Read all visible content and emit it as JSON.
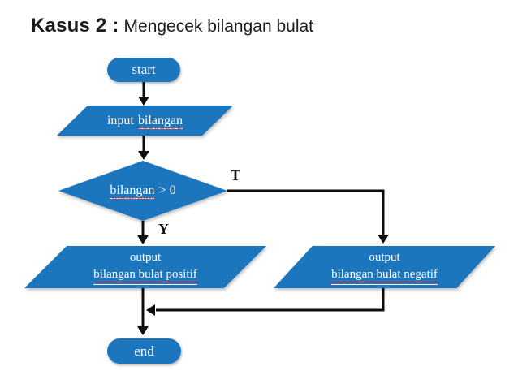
{
  "title": {
    "prefix": "Kasus 2 :",
    "rest": "Mengecek bilangan bulat"
  },
  "colors": {
    "shape_blue": "#1b76bd",
    "arrow_black": "#0d0d0d",
    "squiggle_red": "#e23b3b",
    "shape_text": "#ffffff",
    "title_text": "#1c1c1c"
  },
  "nodes": {
    "start": {
      "label": "start"
    },
    "input": {
      "prefix": "input",
      "word": "bilangan"
    },
    "decision": {
      "word": "bilangan",
      "op": "> 0"
    },
    "output_positive": {
      "line1": "output",
      "line2": "bilangan bulat positif"
    },
    "output_negative": {
      "line1": "output",
      "line2": "bilangan bulat negatif"
    },
    "end": {
      "label": "end"
    }
  },
  "edges": {
    "true_label": "T",
    "yes_label": "Y"
  }
}
